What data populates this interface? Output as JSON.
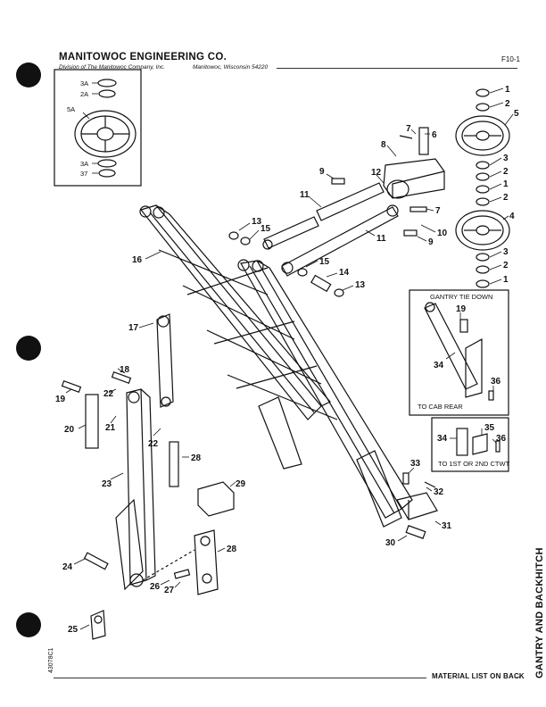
{
  "header": {
    "company": "MANITOWOC ENGINEERING CO.",
    "division": "Division of The Manitowoc Company, Inc.",
    "city": "Manitowoc, Wisconsin 54220",
    "page_number": "F10-1"
  },
  "footer": {
    "material_note": "MATERIAL LIST ON BACK",
    "doc_code": "43078C1"
  },
  "side_title": "GANTRY AND BACKHITCH",
  "callouts": {
    "gantry_tie_down": "GANTRY TIE DOWN",
    "to_cab_rear": "TO CAB REAR",
    "to_ctwt": "TO 1ST OR 2ND CTWT"
  },
  "part_labels": {
    "p3a_top": "3A",
    "p2a": "2A",
    "p5a": "5A",
    "p3a_bot": "3A",
    "p37": "37",
    "p1a": "1",
    "p2a_r": "2",
    "p5": "5",
    "p7a": "7",
    "p6": "6",
    "p8": "8",
    "p3b": "3",
    "p2b": "2",
    "p1b": "1",
    "p2c": "2",
    "p9a": "9",
    "p12": "12",
    "p11a": "11",
    "p7b": "7",
    "p4": "4",
    "p13a": "13",
    "p15a": "15",
    "p10": "10",
    "p11b": "11",
    "p9b": "9",
    "p3c": "3",
    "p2d": "2",
    "p1c": "1",
    "p16": "16",
    "p15b": "15",
    "p14": "14",
    "p13b": "13",
    "p19a": "19",
    "p34a": "34",
    "p36a": "36",
    "p17": "17",
    "p18": "18",
    "p19b": "19",
    "p22a": "22",
    "p20": "20",
    "p21": "21",
    "p22b": "22",
    "p28a": "28",
    "p35": "35",
    "p34b": "34",
    "p36b": "36",
    "p33": "33",
    "p32": "32",
    "p23": "23",
    "p29": "29",
    "p31": "31",
    "p30": "30",
    "p28b": "28",
    "p24": "24",
    "p26": "26",
    "p27": "27",
    "p25": "25"
  }
}
